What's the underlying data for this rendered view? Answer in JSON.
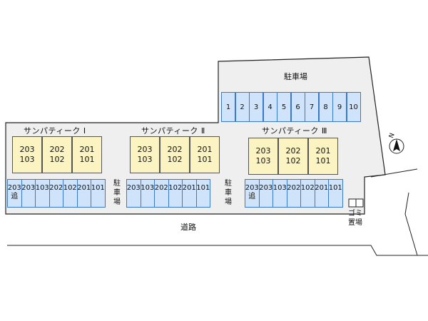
{
  "lot": {
    "top_label": "駐車場",
    "stalls": [
      "1",
      "2",
      "3",
      "4",
      "5",
      "6",
      "7",
      "8",
      "9",
      "10"
    ]
  },
  "buildings": [
    {
      "name": "サンパティーク Ⅰ",
      "units": [
        [
          "203",
          "103"
        ],
        [
          "202",
          "102"
        ],
        [
          "201",
          "101"
        ]
      ],
      "row_stalls": [
        "203",
        "203",
        "103",
        "202",
        "102",
        "201",
        "101"
      ],
      "row_extra": "追"
    },
    {
      "name": "サンパティーク Ⅱ",
      "units": [
        [
          "203",
          "103"
        ],
        [
          "202",
          "102"
        ],
        [
          "201",
          "101"
        ]
      ],
      "row_stalls": [
        "203",
        "103",
        "202",
        "102",
        "201",
        "101"
      ]
    },
    {
      "name": "サンパティーク Ⅲ",
      "units": [
        [
          "203",
          "103"
        ],
        [
          "202",
          "102"
        ],
        [
          "201",
          "101"
        ]
      ],
      "row_stalls": [
        "203",
        "203",
        "103",
        "202",
        "102",
        "201",
        "101"
      ],
      "row_extra": "追"
    }
  ],
  "side_parking_labels": [
    "駐車場",
    "駐車場"
  ],
  "road_label": "道路",
  "garbage_label": "ゴミ置場",
  "north_label": "N",
  "colors": {
    "lot_fill": "#efefef",
    "building_fill": "#fbf4c2",
    "stall_fill": "#cfe4fb",
    "stall_border": "#3a78c8"
  }
}
